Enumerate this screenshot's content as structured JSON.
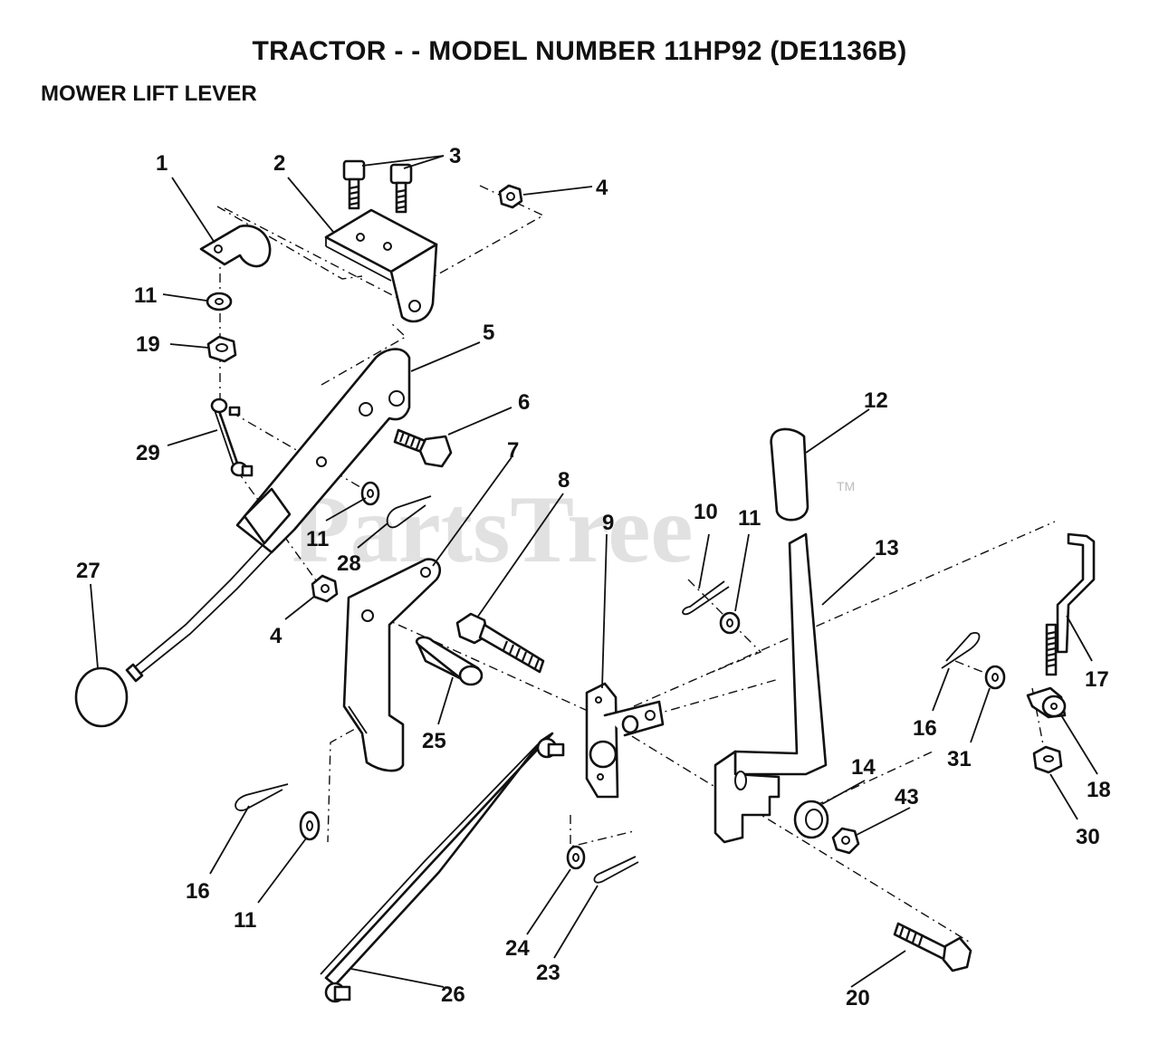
{
  "header": {
    "title": "TRACTOR - - MODEL NUMBER 11HP92 (DE1136B)",
    "subtitle": "MOWER LIFT LEVER"
  },
  "watermark": {
    "text": "PartsTree",
    "trademark": "TM"
  },
  "callouts": [
    "1",
    "2",
    "3",
    "4",
    "11",
    "19",
    "5",
    "6",
    "29",
    "12",
    "7",
    "8",
    "9",
    "10",
    "11",
    "13",
    "11",
    "28",
    "27",
    "4",
    "17",
    "25",
    "16",
    "31",
    "18",
    "14",
    "43",
    "30",
    "16",
    "11",
    "24",
    "23",
    "26",
    "20"
  ]
}
